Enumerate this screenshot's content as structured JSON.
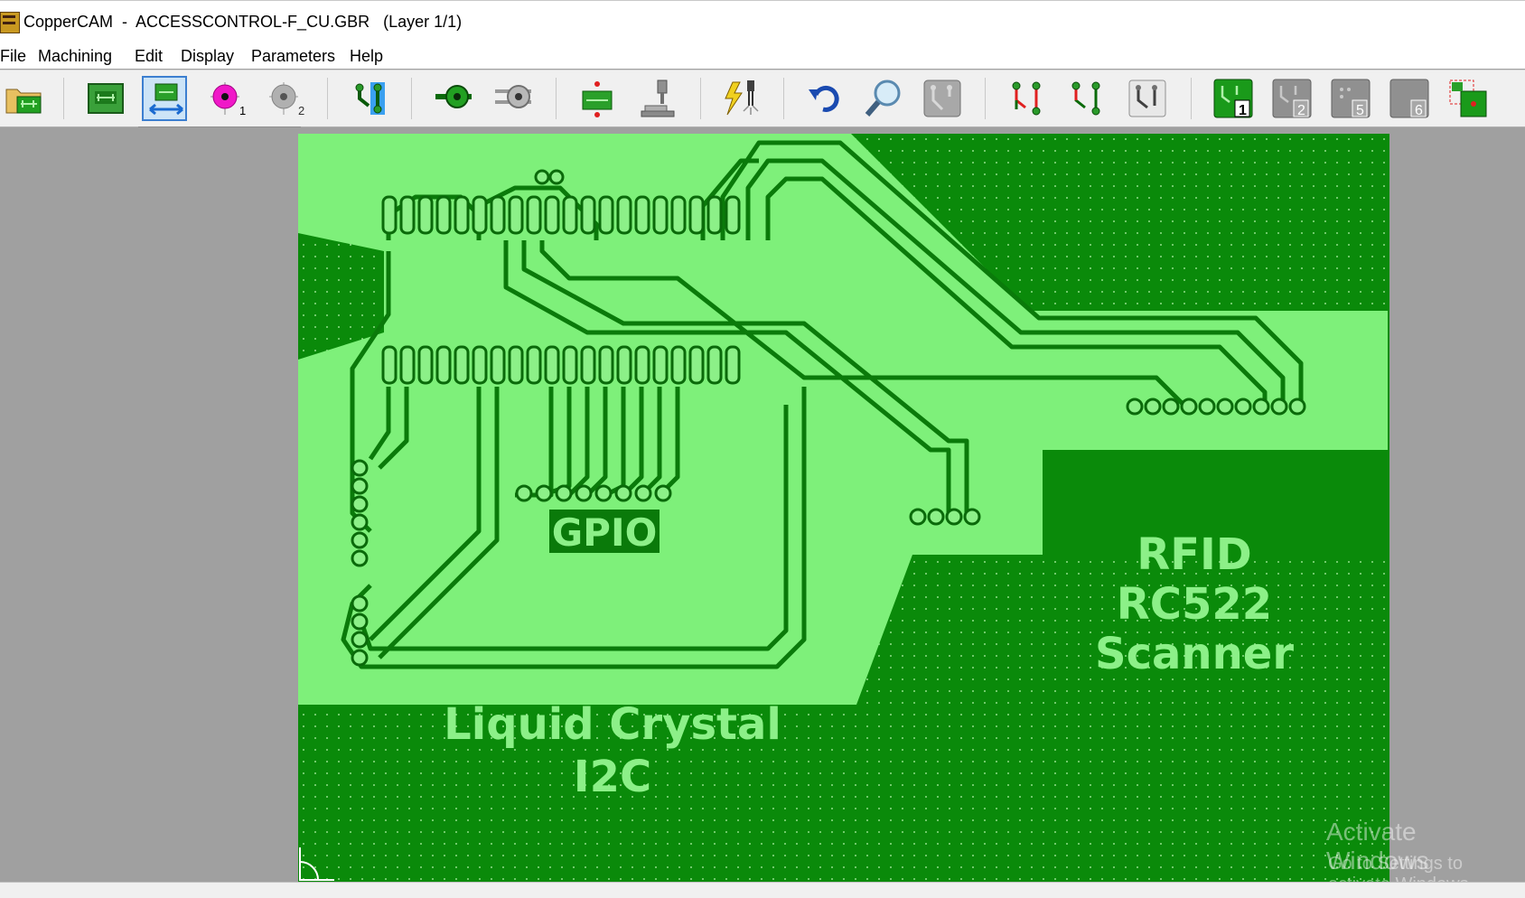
{
  "window": {
    "title": "CopperCAM  -  ACCESSCONTROL-F_CU.GBR   (Layer 1/1)"
  },
  "menu": {
    "items": [
      "File",
      "Machining",
      "Edit",
      "Display",
      "Parameters",
      "Help"
    ]
  },
  "toolbar": {
    "pad_number_1": "1",
    "pad_number_2": "2",
    "layer_1": "1",
    "layer_2": "2",
    "layer_5": "5",
    "layer_6": "6"
  },
  "pcb": {
    "gpio_label": "GPIO",
    "lcd_label_line1": "Liquid Crystal",
    "lcd_label_line2": "I2C",
    "rfid_label_line1": "RFID",
    "rfid_label_line2": "RC522",
    "rfid_label_line3": "Scanner"
  },
  "watermark": {
    "line1": "Activate Windows",
    "line2": "Go to Settings to activate Windows."
  },
  "colors": {
    "board_dark": "#0a8a0a",
    "isolation_light": "#7ef07a",
    "trace_dark": "#0a7a0a",
    "pad_light": "#8cf088",
    "accent_magenta": "#f018c8",
    "pressed_blue": "#3c7fd0"
  }
}
